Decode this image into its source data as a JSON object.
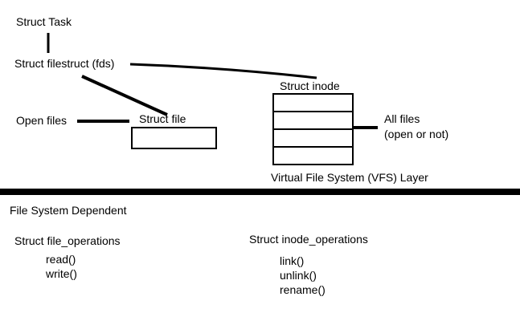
{
  "diagram": {
    "vfs_layer": {
      "struct_task": "Struct Task",
      "struct_filestruct": "Struct filestruct (fds)",
      "open_files": "Open files",
      "struct_file": "Struct file",
      "struct_inode": "Struct inode",
      "all_files_line1": "All files",
      "all_files_line2": "(open or not)",
      "caption": "Virtual File System (VFS) Layer",
      "inode_table_rows": 4
    },
    "fs_dependent": {
      "section_label": "File System Dependent",
      "file_operations": {
        "title": "Struct file_operations",
        "methods": [
          "read()",
          "write()"
        ]
      },
      "inode_operations": {
        "title": "Struct inode_operations",
        "methods": [
          "link()",
          "unlink()",
          "rename()"
        ]
      }
    },
    "colors": {
      "line": "#000000",
      "text": "#000000",
      "background": "#ffffff"
    }
  }
}
